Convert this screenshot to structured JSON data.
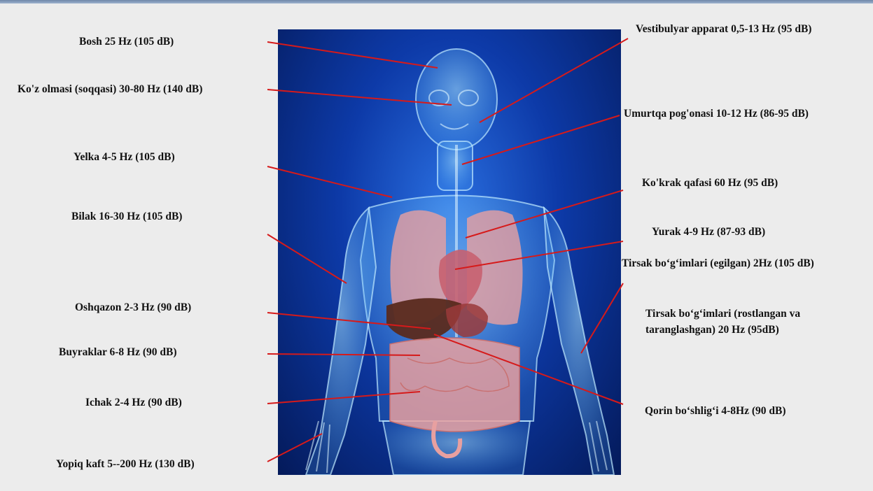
{
  "labels": {
    "bosh": "Bosh 25 Hz (105 dB)",
    "koz_olmasi": "Ko'z olmasi (soqqasi) 30-80 Hz (140 dB)",
    "yelka": "Yelka 4-5 Hz (105 dB)",
    "bilak": "Bilak 16-30 Hz (105 dB)",
    "oshqazon": "Oshqazon 2-3 Hz (90 dB)",
    "buyraklar": "Buyraklar 6-8 Hz (90 dB)",
    "ichak": "Ichak 2-4 Hz (90 dB)",
    "yopiq_kaft": "Yopiq kaft 5--200 Hz (130 dB)",
    "vestibulyar": "Vestibulyar apparat 0,5-13 Hz (95 dB)",
    "umurtqa": "Umurtqa pog'onasi 10-12 Hz (86-95 dB)",
    "kokrak": "Ko'krak qafasi 60 Hz (95 dB)",
    "yurak": "Yurak 4-9 Hz (87-93 dB)",
    "tirsak_egilgan": "Tirsak bo‘g‘imlari (egilgan) 2Hz (105 dB)",
    "tirsak_rostlangan_1": "Tirsak bo‘g‘imlari (rostlangan va",
    "tirsak_rostlangan_2": "taranglashgan) 20 Hz (95dB)",
    "qorin": "Qorin bo‘shlig‘i 4-8Hz (90 dB)"
  },
  "colors": {
    "leader_line": "#d61a1a",
    "panel_center": "#2a6fe0",
    "panel_edge": "#041a5a",
    "body_glow": "#7fd0ff",
    "organ": "#e8a0a0",
    "liver": "#5a2a1e"
  }
}
